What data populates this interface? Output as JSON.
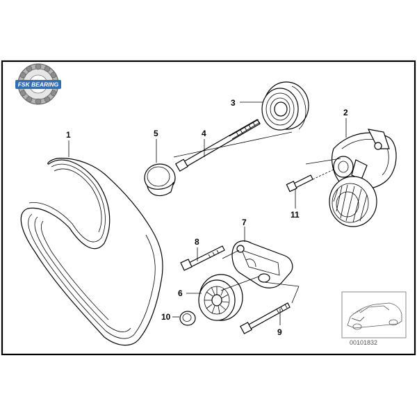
{
  "logo": {
    "brand": "FSK BEARING",
    "color_ring": "#9a9a9a",
    "color_band": "#2f6fb5"
  },
  "callouts": [
    "1",
    "2",
    "3",
    "4",
    "5",
    "6",
    "7",
    "8",
    "9",
    "10",
    "11"
  ],
  "inset": {
    "ref_number": "00101832"
  },
  "colors": {
    "line": "#000000",
    "background": "#ffffff",
    "inset_border": "#888888"
  }
}
